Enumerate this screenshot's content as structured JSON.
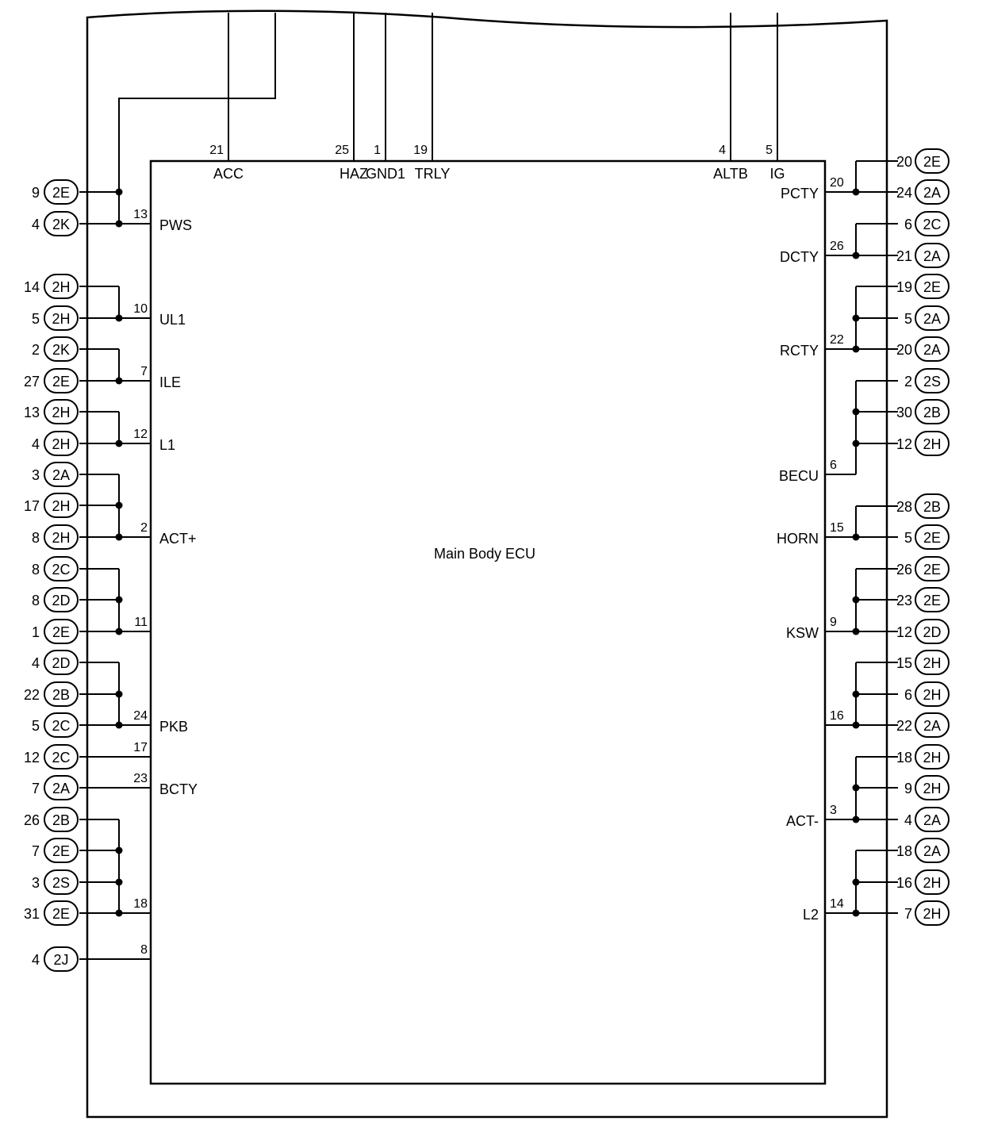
{
  "ecu": {
    "title": "Main Body ECU"
  },
  "top_pins": [
    {
      "num": "21",
      "name": "ACC"
    },
    {
      "num": "25",
      "name": "HAZ"
    },
    {
      "num": "1",
      "name": "GND1"
    },
    {
      "num": "19",
      "name": "TRLY"
    },
    {
      "num": "4",
      "name": "ALTB"
    },
    {
      "num": "5",
      "name": "IG"
    }
  ],
  "left_groups": [
    {
      "pin": "13",
      "name": "PWS",
      "connectors": [
        {
          "num": "9",
          "code": "2E"
        },
        {
          "num": "4",
          "code": "2K"
        }
      ]
    },
    {
      "pin": "10",
      "name": "UL1",
      "connectors": [
        {
          "num": "14",
          "code": "2H"
        },
        {
          "num": "5",
          "code": "2H"
        }
      ]
    },
    {
      "pin": "7",
      "name": "ILE",
      "connectors": [
        {
          "num": "2",
          "code": "2K"
        },
        {
          "num": "27",
          "code": "2E"
        }
      ]
    },
    {
      "pin": "12",
      "name": "L1",
      "connectors": [
        {
          "num": "13",
          "code": "2H"
        },
        {
          "num": "4",
          "code": "2H"
        }
      ]
    },
    {
      "pin": "2",
      "name": "ACT+",
      "connectors": [
        {
          "num": "3",
          "code": "2A"
        },
        {
          "num": "17",
          "code": "2H"
        },
        {
          "num": "8",
          "code": "2H"
        }
      ]
    },
    {
      "pin": "11",
      "name": "",
      "connectors": [
        {
          "num": "8",
          "code": "2C"
        },
        {
          "num": "8",
          "code": "2D"
        },
        {
          "num": "1",
          "code": "2E"
        }
      ]
    },
    {
      "pin": "24",
      "name": "PKB",
      "connectors": [
        {
          "num": "4",
          "code": "2D"
        },
        {
          "num": "22",
          "code": "2B"
        },
        {
          "num": "5",
          "code": "2C"
        }
      ]
    },
    {
      "pin": "17",
      "name": "",
      "connectors": [
        {
          "num": "12",
          "code": "2C"
        }
      ]
    },
    {
      "pin": "23",
      "name": "BCTY",
      "connectors": [
        {
          "num": "7",
          "code": "2A"
        }
      ]
    },
    {
      "pin": "18",
      "name": "",
      "connectors": [
        {
          "num": "26",
          "code": "2B"
        },
        {
          "num": "7",
          "code": "2E"
        },
        {
          "num": "3",
          "code": "2S"
        },
        {
          "num": "31",
          "code": "2E"
        }
      ]
    },
    {
      "pin": "8",
      "name": "",
      "connectors": [
        {
          "num": "4",
          "code": "2J"
        }
      ]
    }
  ],
  "right_groups": [
    {
      "pin": "20",
      "name": "PCTY",
      "connectors": [
        {
          "num": "20",
          "code": "2E"
        },
        {
          "num": "24",
          "code": "2A"
        }
      ]
    },
    {
      "pin": "26",
      "name": "DCTY",
      "connectors": [
        {
          "num": "6",
          "code": "2C"
        },
        {
          "num": "21",
          "code": "2A"
        }
      ]
    },
    {
      "pin": "22",
      "name": "RCTY",
      "connectors": [
        {
          "num": "19",
          "code": "2E"
        },
        {
          "num": "5",
          "code": "2A"
        },
        {
          "num": "20",
          "code": "2A"
        }
      ]
    },
    {
      "pin": "6",
      "name": "BECU",
      "connectors": [
        {
          "num": "2",
          "code": "2S"
        },
        {
          "num": "30",
          "code": "2B"
        },
        {
          "num": "12",
          "code": "2H"
        }
      ]
    },
    {
      "pin": "15",
      "name": "HORN",
      "connectors": [
        {
          "num": "28",
          "code": "2B"
        },
        {
          "num": "5",
          "code": "2E"
        }
      ]
    },
    {
      "pin": "9",
      "name": "KSW",
      "connectors": [
        {
          "num": "26",
          "code": "2E"
        },
        {
          "num": "23",
          "code": "2E"
        },
        {
          "num": "12",
          "code": "2D"
        }
      ]
    },
    {
      "pin": "16",
      "name": "",
      "connectors": [
        {
          "num": "15",
          "code": "2H"
        },
        {
          "num": "6",
          "code": "2H"
        },
        {
          "num": "22",
          "code": "2A"
        }
      ]
    },
    {
      "pin": "3",
      "name": "ACT-",
      "connectors": [
        {
          "num": "18",
          "code": "2H"
        },
        {
          "num": "9",
          "code": "2H"
        },
        {
          "num": "4",
          "code": "2A"
        }
      ]
    },
    {
      "pin": "14",
      "name": "L2",
      "connectors": [
        {
          "num": "18",
          "code": "2A"
        },
        {
          "num": "16",
          "code": "2H"
        },
        {
          "num": "7",
          "code": "2H"
        }
      ]
    }
  ]
}
